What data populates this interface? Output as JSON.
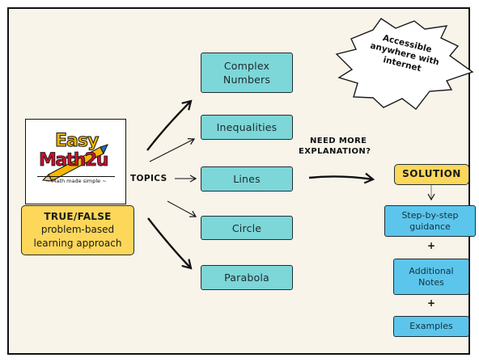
{
  "logo": {
    "line1": "Easy",
    "line2": "Math2u",
    "tagline": "~ Math made simple ~"
  },
  "approach": {
    "title": "TRUE/FALSE",
    "line1": "problem-based",
    "line2": "learning approach"
  },
  "topics_label": "TOPICS",
  "topics": [
    {
      "line1": "Complex",
      "line2": "Numbers"
    },
    {
      "line1": "Inequalities",
      "line2": ""
    },
    {
      "line1": "Lines",
      "line2": ""
    },
    {
      "line1": "Circle",
      "line2": ""
    },
    {
      "line1": "Parabola",
      "line2": ""
    }
  ],
  "question": {
    "line1": "NEED MORE",
    "line2": "EXPLANATION?"
  },
  "solution": "SOLUTION",
  "steps": [
    {
      "line1": "Step-by-step",
      "line2": "guidance"
    },
    {
      "line1": "Additional",
      "line2": "Notes"
    },
    {
      "line1": "Examples",
      "line2": ""
    }
  ],
  "plus": "+",
  "starburst": {
    "line1": "Accessible",
    "line2": "anywhere with",
    "line3": "internet"
  },
  "colors": {
    "background": "#f8f4ea",
    "topic_fill": "#7dd6d8",
    "step_fill": "#5cc5ec",
    "highlight": "#fcd75a",
    "logo_red": "#c4122f",
    "logo_yellow": "#f5b800"
  }
}
